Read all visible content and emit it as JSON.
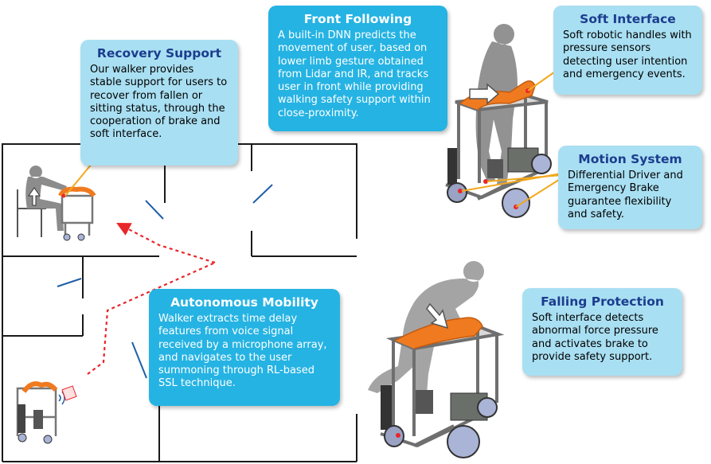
{
  "boxes": {
    "recovery": {
      "title": "Recovery Support",
      "body": "Our walker provides stable support for users to recover from fallen or sitting status, through the cooperation of brake and soft interface."
    },
    "front_following": {
      "title": "Front Following",
      "body": "A built-in DNN predicts the movement of user, based on lower limb gesture obtained from Lidar and IR, and tracks user in front while providing walking safety support within close-proximity."
    },
    "soft_interface": {
      "title": "Soft Interface",
      "body": "Soft robotic handles with pressure sensors detecting user intention and emergency events."
    },
    "motion_system": {
      "title": "Motion System",
      "body": "Differential Driver and Emergency Brake guarantee flexibility and safety."
    },
    "autonomous_mobility": {
      "title": "Autonomous Mobility",
      "body": "Walker extracts time delay features from voice signal received by a microphone array, and navigates to the user summoning through RL-based SSL technique."
    },
    "falling_protection": {
      "title": "Falling Protection",
      "body": "Soft interface detects abnormal force pressure and activates brake to provide safety support."
    }
  },
  "colors": {
    "light_box": "#a9dff2",
    "dark_box": "#25b3e3",
    "title_dark_blue": "#1b3d8f",
    "handle_orange": "#f07a1f",
    "path_red": "#e8262a",
    "callout_line": "#f2a81d",
    "wall_black": "#1a1a1a",
    "door_blue": "#1f5fa8",
    "person_gray": "#8c8c8c"
  }
}
